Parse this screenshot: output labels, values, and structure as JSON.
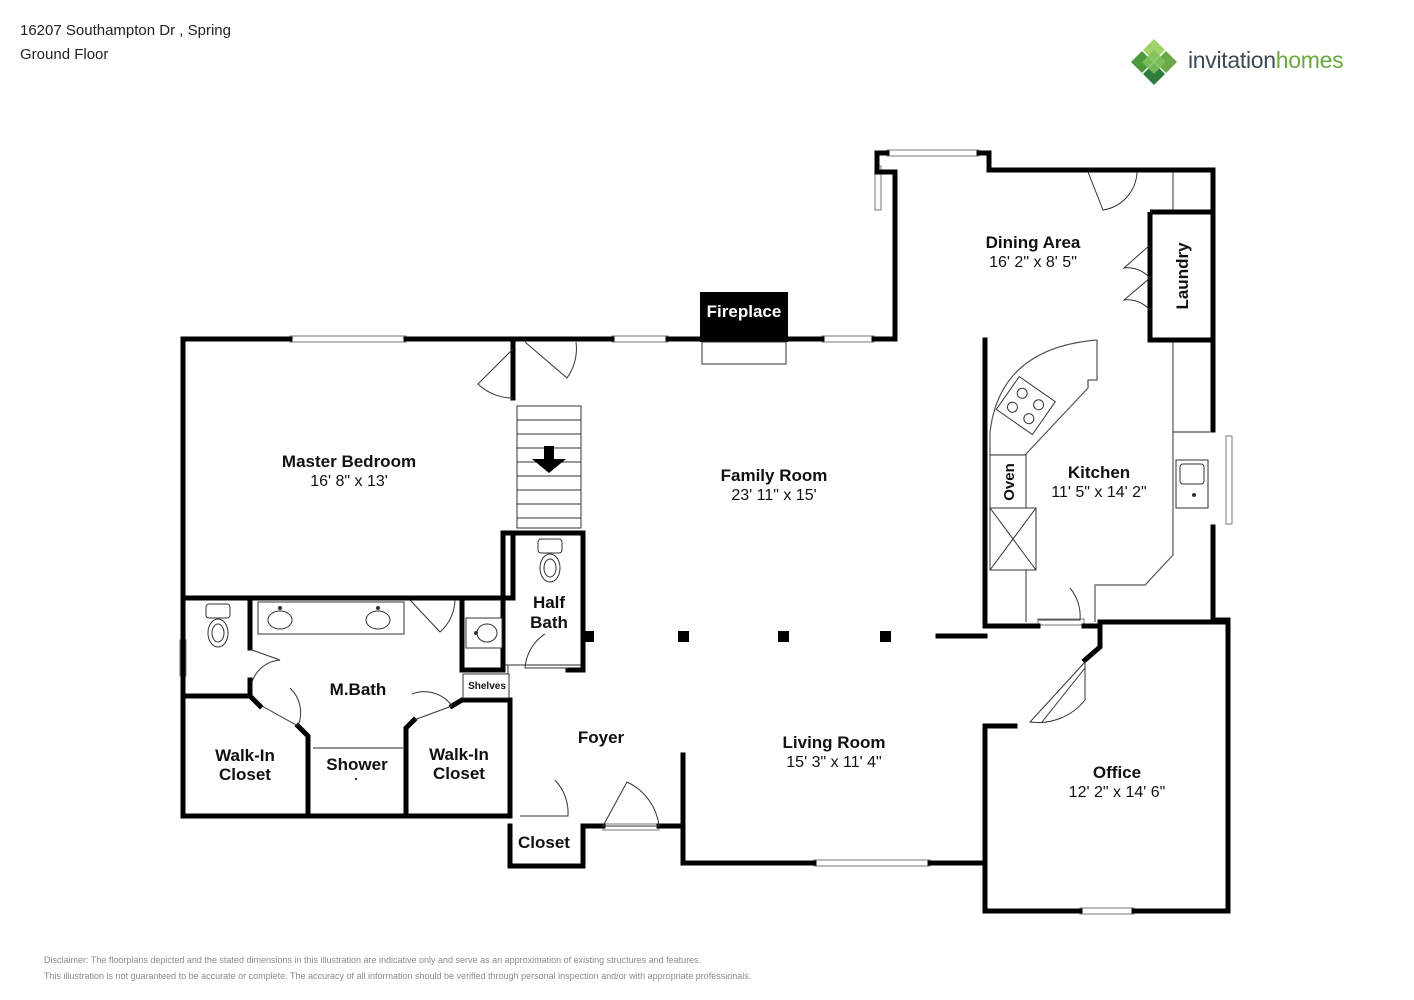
{
  "header": {
    "address": "16207 Southampton Dr , Spring",
    "floor": "Ground Floor"
  },
  "logo": {
    "word1": "invitation",
    "word2": "homes",
    "colors": {
      "text": "#3d4a55",
      "accent": "#6aa844",
      "mark": [
        "#2e7d3e",
        "#6aa844",
        "#9fd36a",
        "#4c9a3c"
      ]
    }
  },
  "rooms": {
    "master_bedroom": {
      "name": "Master Bedroom",
      "dims": "16' 8\" x 13'"
    },
    "family_room": {
      "name": "Family Room",
      "dims": "23' 11\" x 15'"
    },
    "dining_area": {
      "name": "Dining Area",
      "dims": "16' 2\" x 8' 5\""
    },
    "kitchen": {
      "name": "Kitchen",
      "dims": "11' 5\" x 14' 2\""
    },
    "living_room": {
      "name": "Living Room",
      "dims": "15' 3\" x 11' 4\""
    },
    "office": {
      "name": "Office",
      "dims": "12' 2\" x 14' 6\""
    },
    "half_bath": {
      "line1": "Half",
      "line2": "Bath"
    },
    "m_bath": {
      "name": "M.Bath"
    },
    "walk_in_closet_left": {
      "line1": "Walk-In",
      "line2": "Closet"
    },
    "walk_in_closet_right": {
      "line1": "Walk-In",
      "line2": "Closet"
    },
    "shower": {
      "name": "Shower"
    },
    "foyer": {
      "name": "Foyer"
    },
    "closet": {
      "name": "Closet"
    },
    "laundry": {
      "name": "Laundry"
    },
    "fireplace": {
      "name": "Fireplace"
    },
    "oven": {
      "name": "Oven"
    },
    "shelves": {
      "name": "Shelves"
    }
  },
  "disclaimer": {
    "line1": "Disclaimer: The floorplans depicted and the stated dimensions in this illustration are indicative only and serve as an approximation of existing structures and features.",
    "line2": "This illustration is not guaranteed to be accurate or complete. The accuracy of all information should be verified through personal inspection and/or with appropriate professionals."
  }
}
